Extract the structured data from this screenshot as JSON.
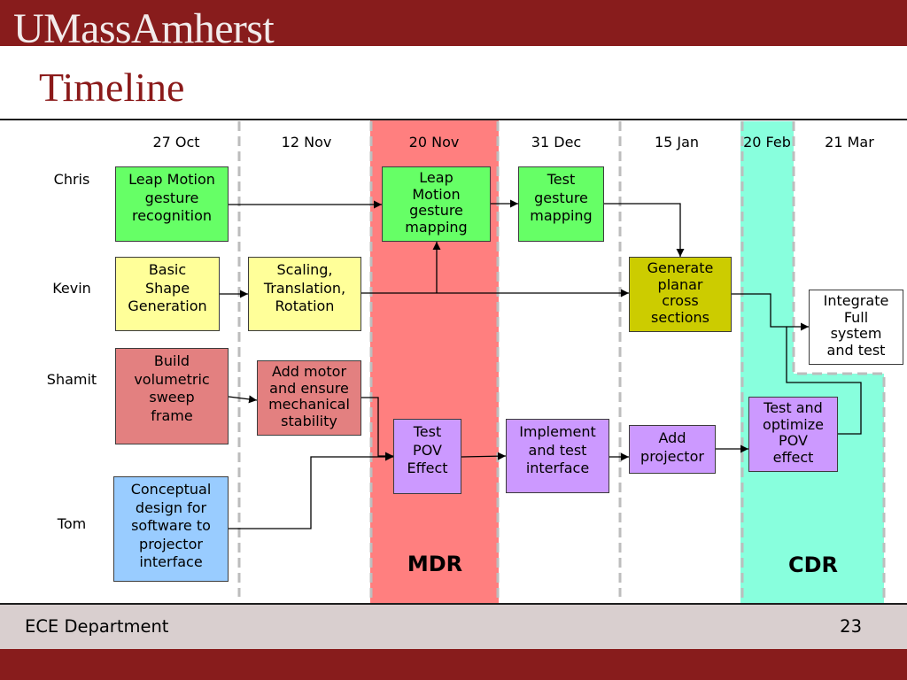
{
  "header": {
    "logo": "UMassAmherst"
  },
  "slide": {
    "title": "Timeline"
  },
  "timeline": {
    "dates": [
      "27 Oct",
      "12 Nov",
      "20 Nov",
      "31 Dec",
      "15 Jan",
      "20 Feb",
      "21 Mar"
    ],
    "people": [
      "Chris",
      "Kevin",
      "Shamit",
      "Tom"
    ],
    "milestones": [
      {
        "label": "MDR",
        "color": "#ff7f7f"
      },
      {
        "label": "CDR",
        "color": "#88ffdd"
      }
    ],
    "tasks": [
      {
        "text": "Leap Motion\ngesture\nrecognition",
        "color": "#66ff66"
      },
      {
        "text": "Leap\nMotion\ngesture\nmapping",
        "color": "#66ff66"
      },
      {
        "text": "Test\ngesture\nmapping",
        "color": "#66ff66"
      },
      {
        "text": "Basic\nShape\nGeneration",
        "color": "#ffff99"
      },
      {
        "text": "Scaling,\nTranslation,\nRotation",
        "color": "#ffff99"
      },
      {
        "text": "Generate\nplanar\ncross\nsections",
        "color": "#cccc00"
      },
      {
        "text": "Integrate\nFull\nsystem\nand test",
        "color": "#ffffff"
      },
      {
        "text": "Build\nvolumetric\nsweep\nframe",
        "color": "#e38080"
      },
      {
        "text": "Add motor\nand ensure\nmechanical\nstability",
        "color": "#e38080"
      },
      {
        "text": "Test\nPOV\nEffect",
        "color": "#cc99ff"
      },
      {
        "text": "Implement\nand test\ninterface",
        "color": "#cc99ff"
      },
      {
        "text": "Add\nprojector",
        "color": "#cc99ff"
      },
      {
        "text": "Test and\noptimize\nPOV\neffect",
        "color": "#cc99ff"
      },
      {
        "text": "Conceptual\ndesign for\nsoftware to\nprojector\ninterface",
        "color": "#99ccff"
      }
    ]
  },
  "footer": {
    "department": "ECE Department",
    "page_number": "23"
  },
  "colors": {
    "brand": "#881c1c",
    "footer_band": "#d9cfcf",
    "title": "#8b1a1a"
  }
}
